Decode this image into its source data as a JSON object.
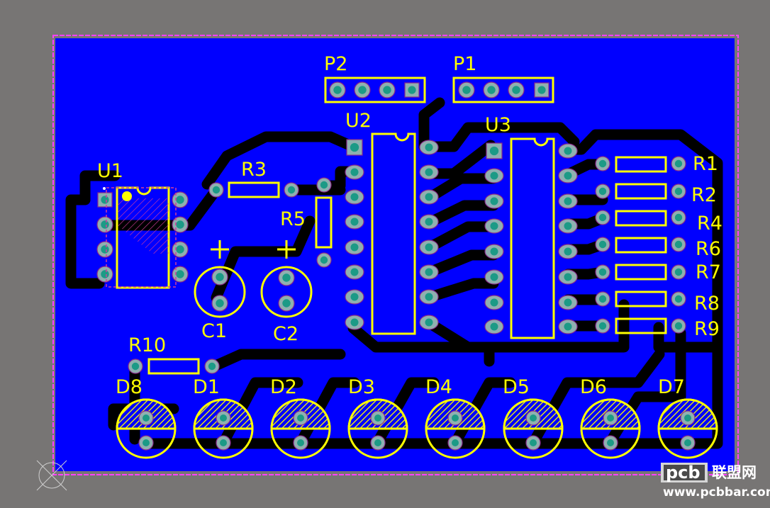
{
  "colors": {
    "background": "#777574",
    "outline": "#ff40ff",
    "copper": "#0000ff",
    "trace": "#000000",
    "silkscreen": "#ffff00",
    "pad": "#8fb0b0",
    "drill": "#1c9a86"
  },
  "headers": [
    {
      "id": "P2",
      "pins": 4
    },
    {
      "id": "P1",
      "pins": 4
    }
  ],
  "ics": [
    {
      "id": "U1",
      "pins": 8,
      "package": "SOIC"
    },
    {
      "id": "U2",
      "pins": 16,
      "package": "DIP"
    },
    {
      "id": "U3",
      "pins": 16,
      "package": "DIP"
    }
  ],
  "resistors": [
    "R1",
    "R2",
    "R4",
    "R6",
    "R7",
    "R8",
    "R9",
    "R3",
    "R5",
    "R10"
  ],
  "capacitors": [
    {
      "id": "C1",
      "polarity": "+"
    },
    {
      "id": "C2",
      "polarity": "+"
    }
  ],
  "leds": [
    "D8",
    "D1",
    "D2",
    "D3",
    "D4",
    "D5",
    "D6",
    "D7"
  ],
  "watermark": {
    "logo_text": "pcb",
    "cn_text": "联盟网",
    "url": "www.pcbbar.com"
  },
  "origin_marker_icon": "origin-crosshair-icon"
}
